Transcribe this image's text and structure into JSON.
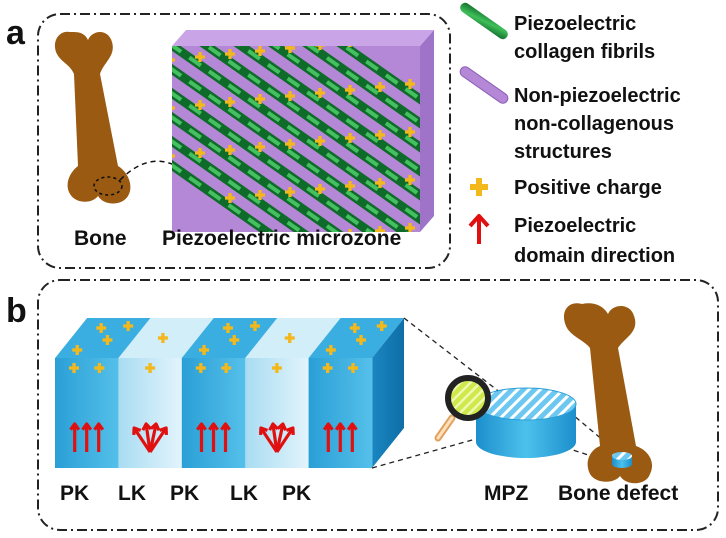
{
  "panel_a": {
    "letter": "a",
    "bone_label": "Bone",
    "microzone_label": "Piezoelectric microzone"
  },
  "legend": {
    "collagen_line1": "Piezoelectric",
    "collagen_line2": "collagen fibrils",
    "noncollagen_line1": "Non-piezoelectric",
    "noncollagen_line2": "non-collagenous",
    "noncollagen_line3": "structures",
    "charge": "Positive charge",
    "domain_line1": "Piezoelectric",
    "domain_line2": "domain direction"
  },
  "panel_b": {
    "letter": "b",
    "zone_labels": [
      "PK",
      "LK",
      "PK",
      "LK",
      "PK"
    ],
    "mpz_label": "MPZ",
    "defect_label": "Bone defect"
  },
  "colors": {
    "bone": "#9a5a12",
    "collagen": "#1f8a3a",
    "noncollagen": "#b488d6",
    "charge": "#f2b81c",
    "arrow": "#e01010",
    "pk": "#3aaee0",
    "lk": "#bfe6f7"
  }
}
